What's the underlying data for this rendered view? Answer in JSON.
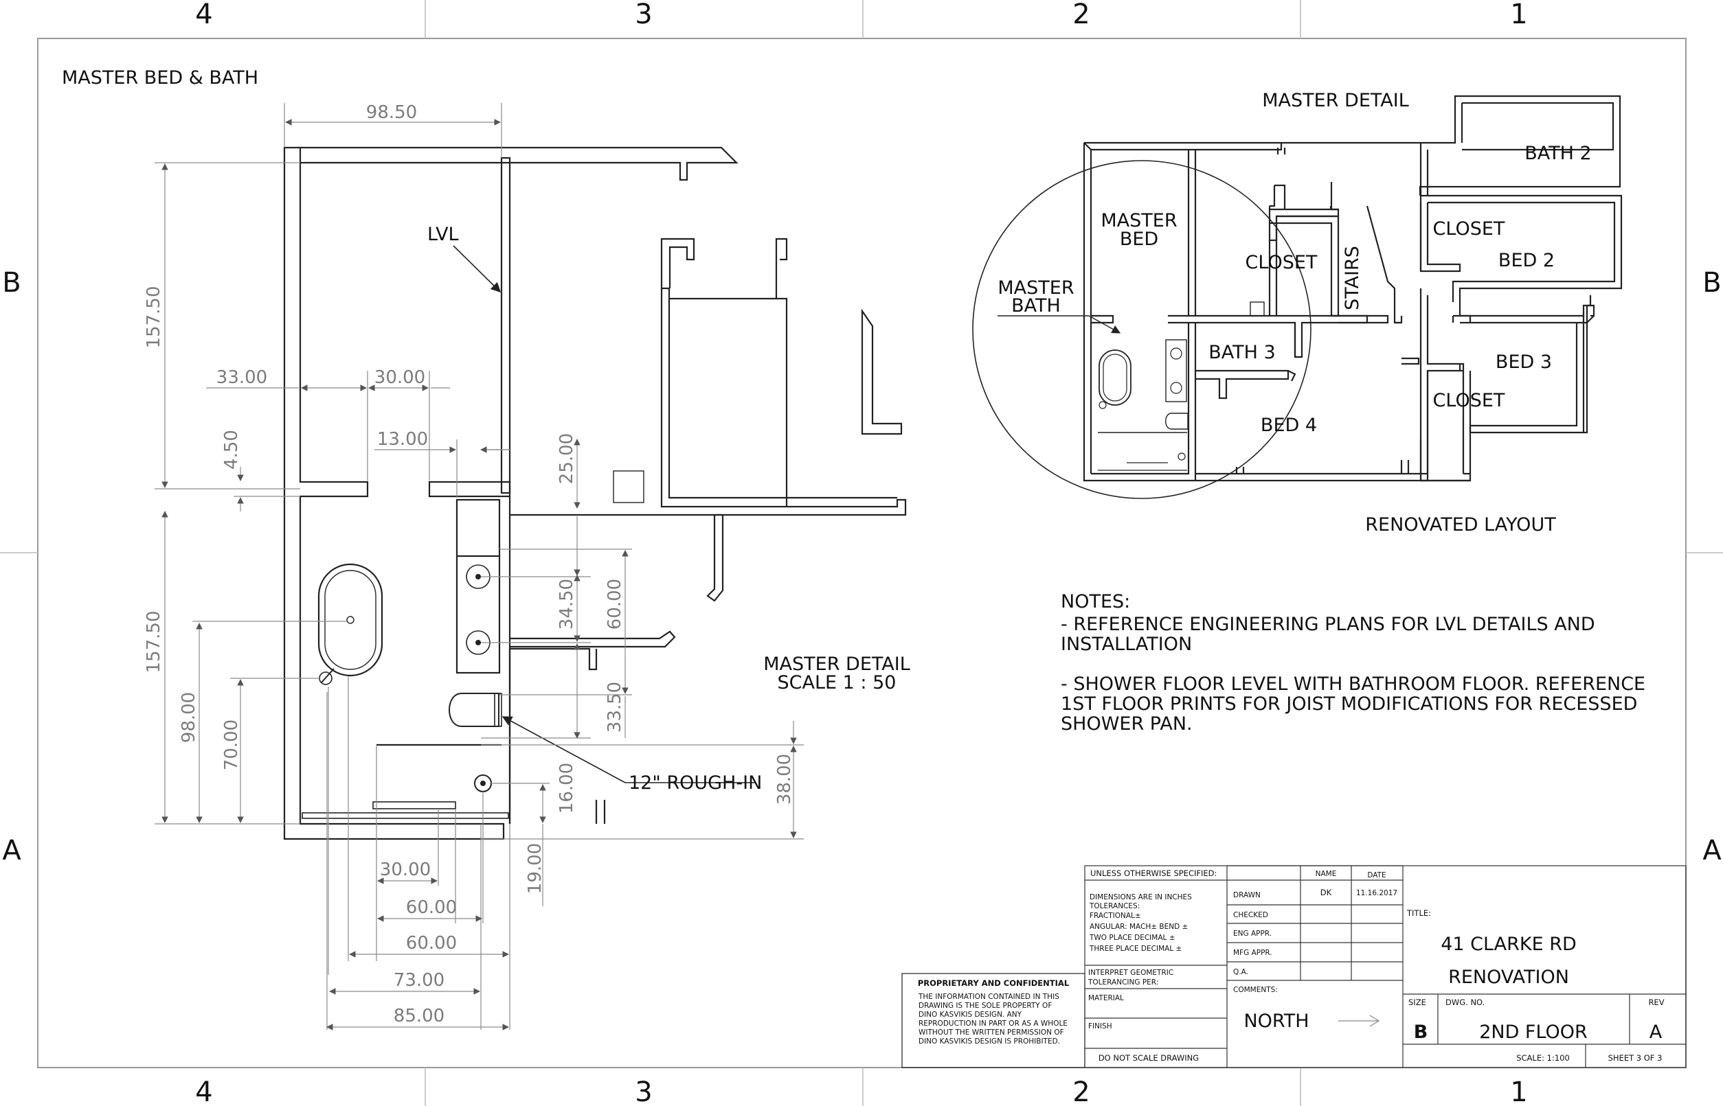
{
  "border": {
    "col_labels": [
      "4",
      "3",
      "2",
      "1"
    ],
    "row_labels": [
      "B",
      "A"
    ]
  },
  "master_plan": {
    "title": "MASTER BED & BATH",
    "lvl_label": "LVL",
    "rough_in_label": "12\" ROUGH-IN",
    "view_name": "MASTER DETAIL",
    "view_scale": "SCALE 1 : 50",
    "dimensions": {
      "top_width": "98.50",
      "upper_height": "157.50",
      "lower_height": "157.50",
      "left_offset": "33.00",
      "door_width": "30.00",
      "wall_gap": "4.50",
      "wall_offset": "13.00",
      "closet_depth": "25.00",
      "vanity_sinks": "34.50",
      "vanity_length": "60.00",
      "toilet_offset": "33.50",
      "tub_center_98": "98.00",
      "drain_70": "70.00",
      "shower_38": "38.00",
      "drain_16": "16.00",
      "bottom_19": "19.00",
      "bottom_30": "30.00",
      "bottom_60a": "60.00",
      "bottom_60b": "60.00",
      "bottom_73": "73.00",
      "bottom_85": "85.00"
    }
  },
  "layout_plan": {
    "title": "MASTER DETAIL",
    "caption": "RENOVATED LAYOUT",
    "rooms": {
      "bath2": "BATH 2",
      "closet_top_right": "CLOSET",
      "bed2": "BED 2",
      "master_bed_1": "MASTER",
      "master_bed_2": "BED",
      "closet_center": "CLOSET",
      "stairs": "STAIRS",
      "master_bath_1": "MASTER",
      "master_bath_2": "BATH",
      "bath3": "BATH 3",
      "bed3": "BED 3",
      "closet_lower_right": "CLOSET",
      "bed4": "BED 4"
    }
  },
  "notes": {
    "heading": "NOTES:",
    "note1_line1": "- REFERENCE ENGINEERING PLANS FOR LVL DETAILS AND",
    "note1_line2": "INSTALLATION",
    "note2_line1": "- SHOWER FLOOR LEVEL WITH BATHROOM FLOOR. REFERENCE",
    "note2_line2": "1ST FLOOR PRINTS FOR JOIST MODIFICATIONS FOR RECESSED",
    "note2_line3": "SHOWER PAN."
  },
  "proprietary": {
    "heading": "PROPRIETARY AND CONFIDENTIAL",
    "lines": [
      "THE INFORMATION CONTAINED IN THIS",
      "DRAWING IS THE SOLE PROPERTY OF",
      "DINO KASVIKIS DESIGN.  ANY",
      "REPRODUCTION IN PART OR AS A WHOLE",
      "WITHOUT THE WRITTEN PERMISSION OF",
      "DINO KASVIKIS DESIGN IS PROHIBITED."
    ]
  },
  "title_block": {
    "unless_specified": "UNLESS OTHERWISE SPECIFIED:",
    "tolerances": [
      "DIMENSIONS ARE IN INCHES",
      "TOLERANCES:",
      "FRACTIONAL±",
      "ANGULAR: MACH±    BEND ±",
      "TWO PLACE DECIMAL    ±",
      "THREE PLACE DECIMAL   ±"
    ],
    "interpret": [
      "INTERPRET GEOMETRIC",
      "TOLERANCING PER:"
    ],
    "material": "MATERIAL",
    "finish": "FINISH",
    "do_not_scale": "DO NOT SCALE DRAWING",
    "name_header": "NAME",
    "date_header": "DATE",
    "rows": [
      {
        "label": "DRAWN",
        "name": "DK",
        "date": "11.16.2017"
      },
      {
        "label": "CHECKED",
        "name": "",
        "date": ""
      },
      {
        "label": "ENG APPR.",
        "name": "",
        "date": ""
      },
      {
        "label": "MFG APPR.",
        "name": "",
        "date": ""
      },
      {
        "label": "Q.A.",
        "name": "",
        "date": ""
      }
    ],
    "comments_label": "COMMENTS:",
    "north_label": "NORTH",
    "title_label": "TITLE:",
    "title_line1": "41 CLARKE RD",
    "title_line2": "RENOVATION",
    "size_label": "SIZE",
    "size_value": "B",
    "dwg_no_label": "DWG.  NO.",
    "dwg_no_value": "2ND FLOOR",
    "rev_label": "REV",
    "rev_value": "A",
    "scale": "SCALE: 1:100",
    "sheet": "SHEET 3 OF 3"
  }
}
